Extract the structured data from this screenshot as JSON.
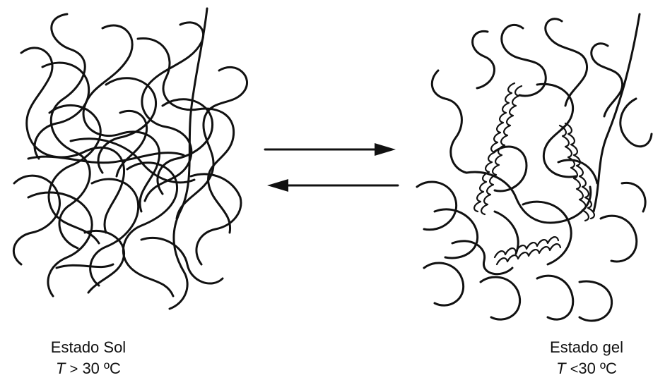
{
  "sol_state": {
    "label": "Estado Sol",
    "temp_symbol": "T",
    "temp_operator": ">",
    "temp_value": "30 ºC"
  },
  "gel_state": {
    "label": "Estado gel",
    "temp_symbol": "T",
    "temp_operator": "<",
    "temp_value": "30 ºC"
  },
  "colors": {
    "ink": "#111111",
    "background": "#ffffff"
  }
}
